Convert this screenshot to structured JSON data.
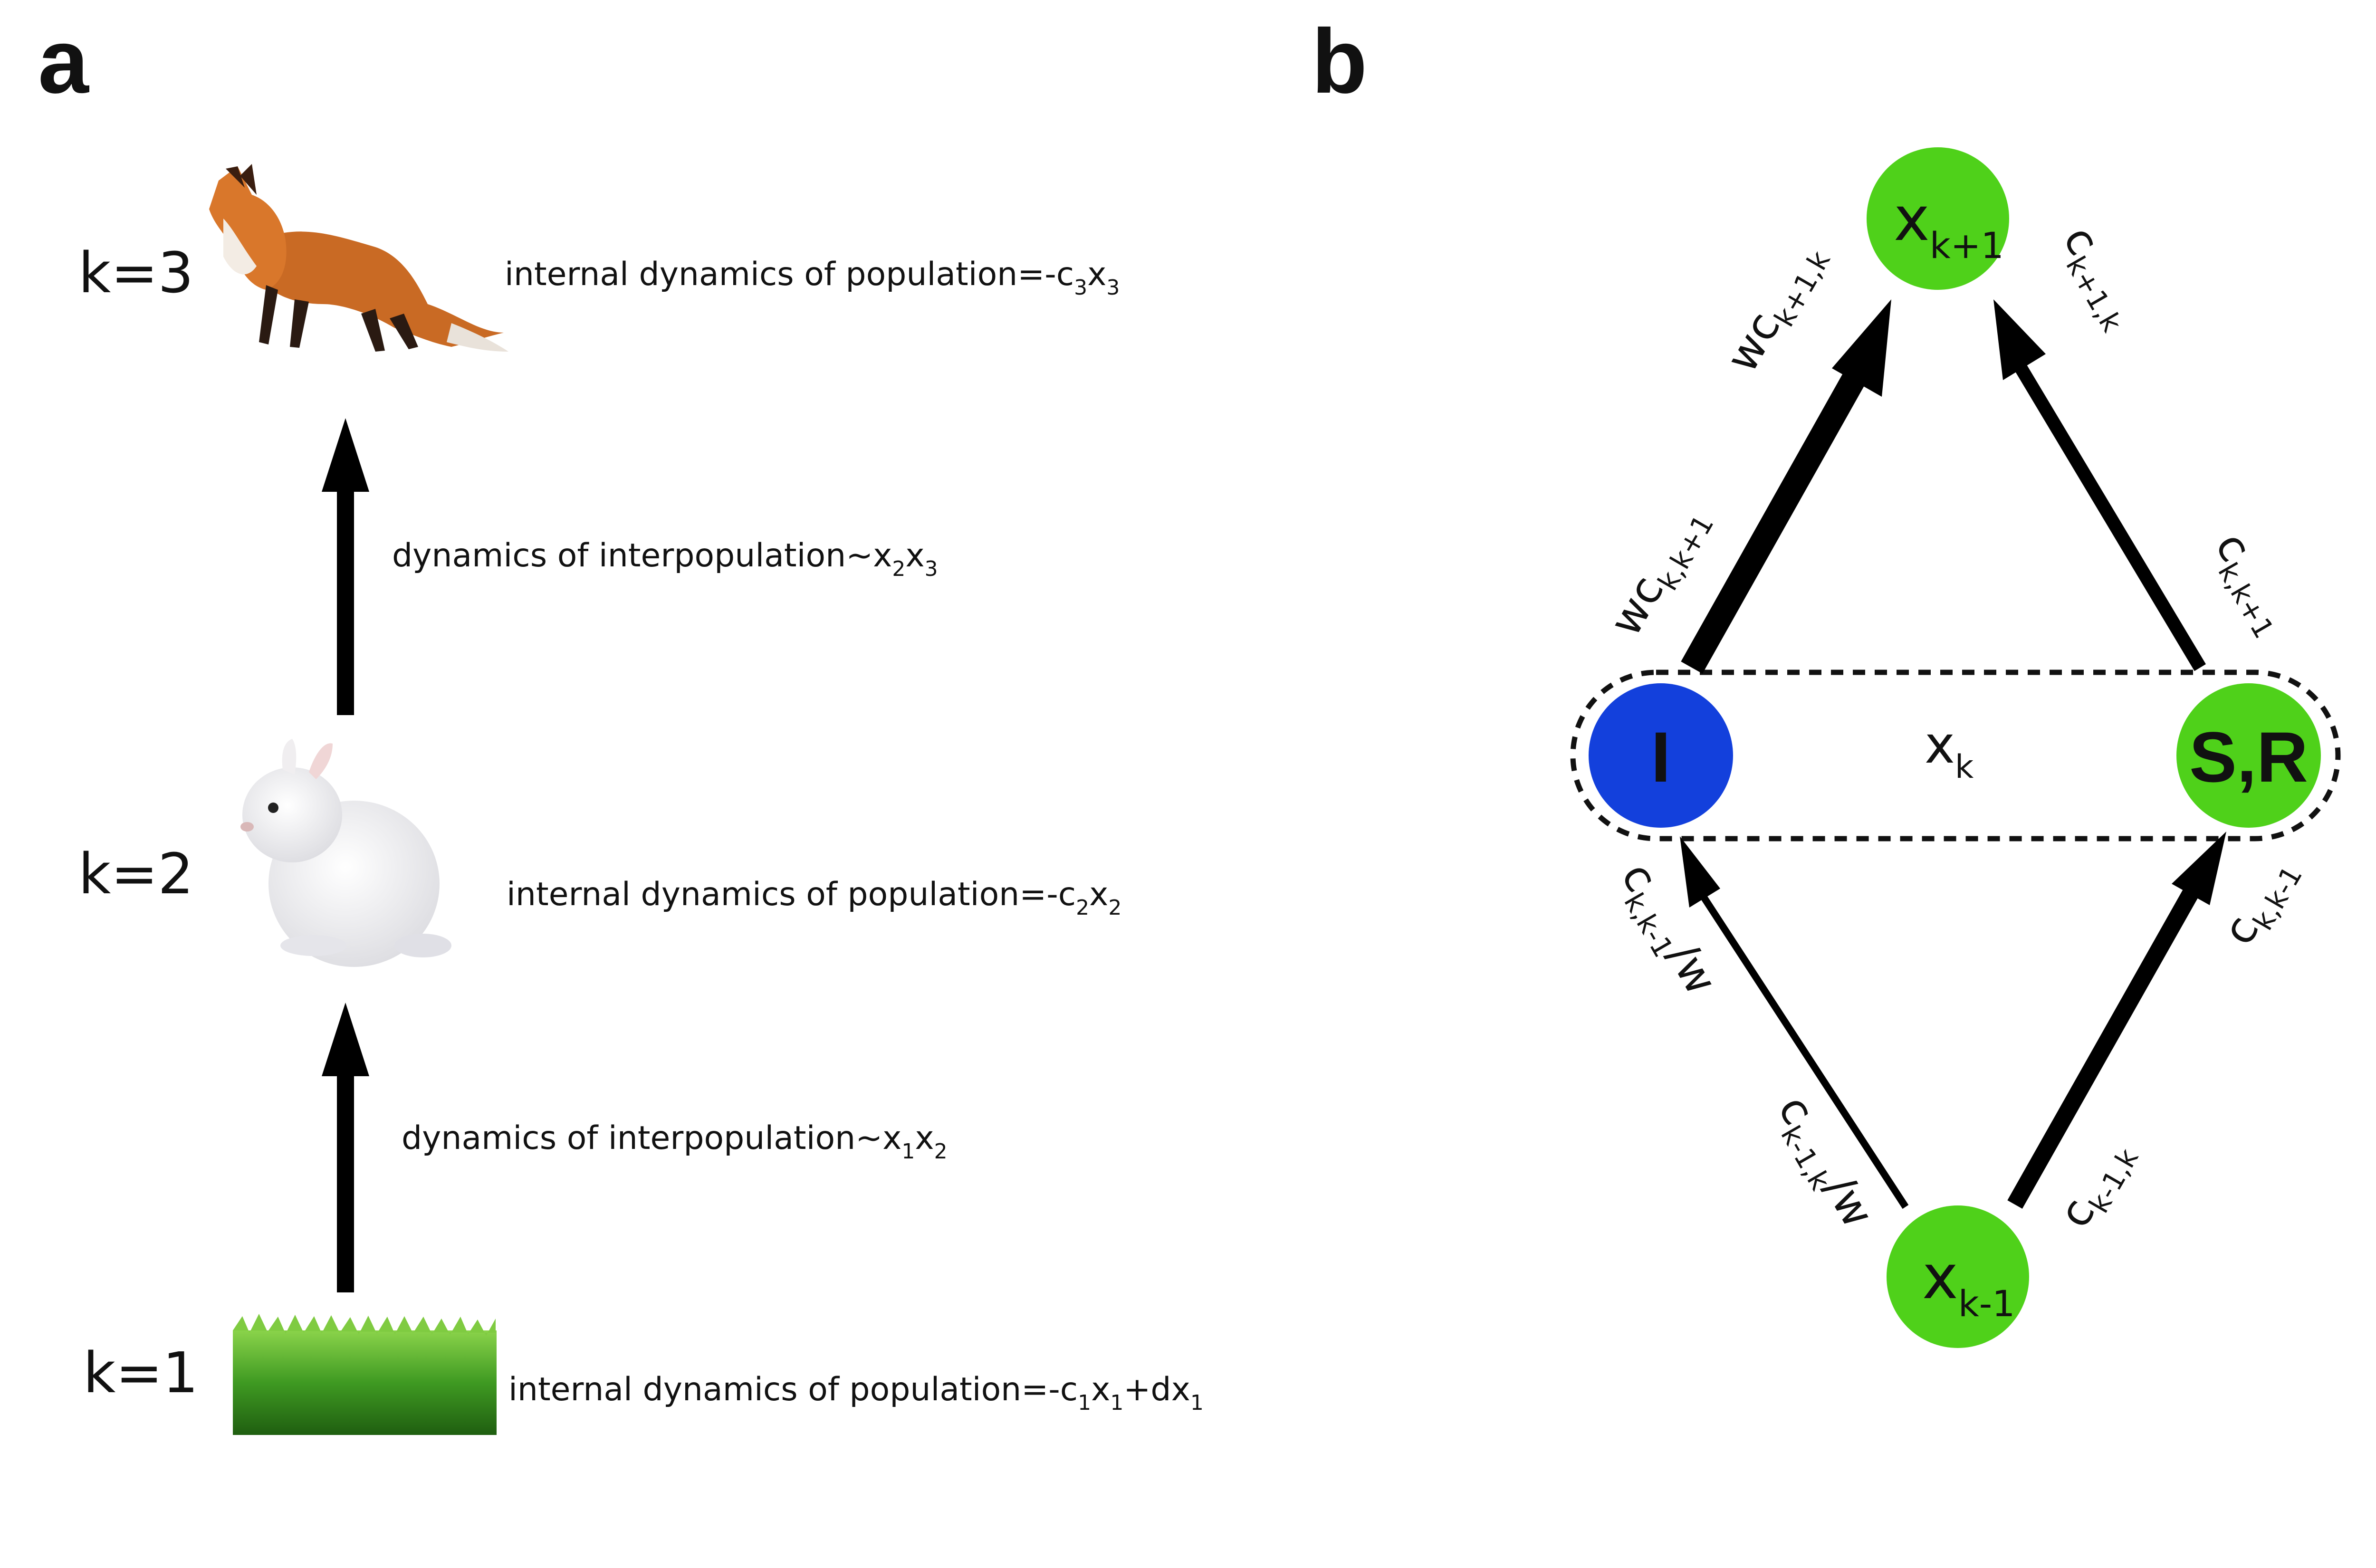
{
  "panel_a": {
    "label": "a",
    "levels": [
      {
        "k": "k=3",
        "internal_text": "internal dynamics of population=-c",
        "internal_sub": [
          {
            "sub": "3"
          },
          {
            "base": "x"
          },
          {
            "sub": "3"
          }
        ]
      },
      {
        "k": "k=2",
        "internal_text": "internal dynamics of population=-c",
        "internal_sub": [
          {
            "sub": "2"
          },
          {
            "base": "x"
          },
          {
            "sub": "2"
          }
        ]
      },
      {
        "k": "k=1",
        "internal_text": "internal dynamics of population=-c",
        "internal_sub": [
          {
            "sub": "1"
          },
          {
            "base": "x"
          },
          {
            "sub": "1"
          },
          {
            "base": "+dx"
          },
          {
            "sub": "1"
          }
        ]
      }
    ],
    "interactions": [
      {
        "text": "dynamics of interpopulation~x",
        "parts": [
          {
            "sub": "2"
          },
          {
            "base": "x"
          },
          {
            "sub": "3"
          }
        ]
      },
      {
        "text": "dynamics of interpopulation~x",
        "parts": [
          {
            "sub": "1"
          },
          {
            "base": "x"
          },
          {
            "sub": "2"
          }
        ]
      }
    ],
    "organisms": [
      {
        "name": "fox",
        "icon": "fox-icon"
      },
      {
        "name": "rabbit",
        "icon": "rabbit-icon"
      },
      {
        "name": "grass",
        "icon": "grass-icon"
      }
    ]
  },
  "panel_b": {
    "label": "b",
    "nodes": {
      "top": {
        "base": "x",
        "sub": "k+1"
      },
      "bottom": {
        "base": "x",
        "sub": "k-1"
      },
      "I": {
        "label": "I"
      },
      "SR": {
        "label": "S,R"
      },
      "group": {
        "base": "x",
        "sub": "k"
      }
    },
    "edge_labels": {
      "wc_top": {
        "base": "wc",
        "sub": "k+1,k"
      },
      "wc_mid": {
        "base": "wc",
        "sub": "k,k+1"
      },
      "c_top": {
        "base": "c",
        "sub": "k+1,k"
      },
      "c_mid": {
        "base": "c",
        "sub": "k,k+1"
      },
      "c_lower_left": {
        "base": "c",
        "sub": "k,k-1",
        "suffix": "/w"
      },
      "c_bottom_left": {
        "base": "c",
        "sub": "k-1,k",
        "suffix": "/w"
      },
      "c_lower_right": {
        "base": "c",
        "sub": "k,k-1"
      },
      "c_bottom_right": {
        "base": "c",
        "sub": "k-1,k"
      }
    },
    "colors": {
      "green": "#4fd11a",
      "blue": "#1340dc"
    }
  }
}
